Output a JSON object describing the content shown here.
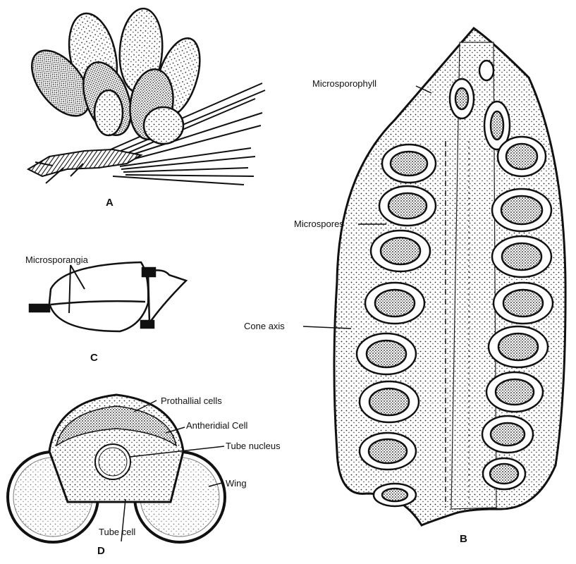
{
  "panels": {
    "a": "A",
    "b": "B",
    "c": "C",
    "d": "D"
  },
  "labels": {
    "microsporophyll": "Microsporophyll",
    "microspores": "Microspores",
    "cone_axis": "Cone axis",
    "microsporangia": "Microsporangia",
    "prothallial_cells": "Prothallial cells",
    "antheridial_cell": "Antheridial Cell",
    "tube_nucleus": "Tube nucleus",
    "wing": "Wing",
    "tube_cell": "Tube cell"
  }
}
